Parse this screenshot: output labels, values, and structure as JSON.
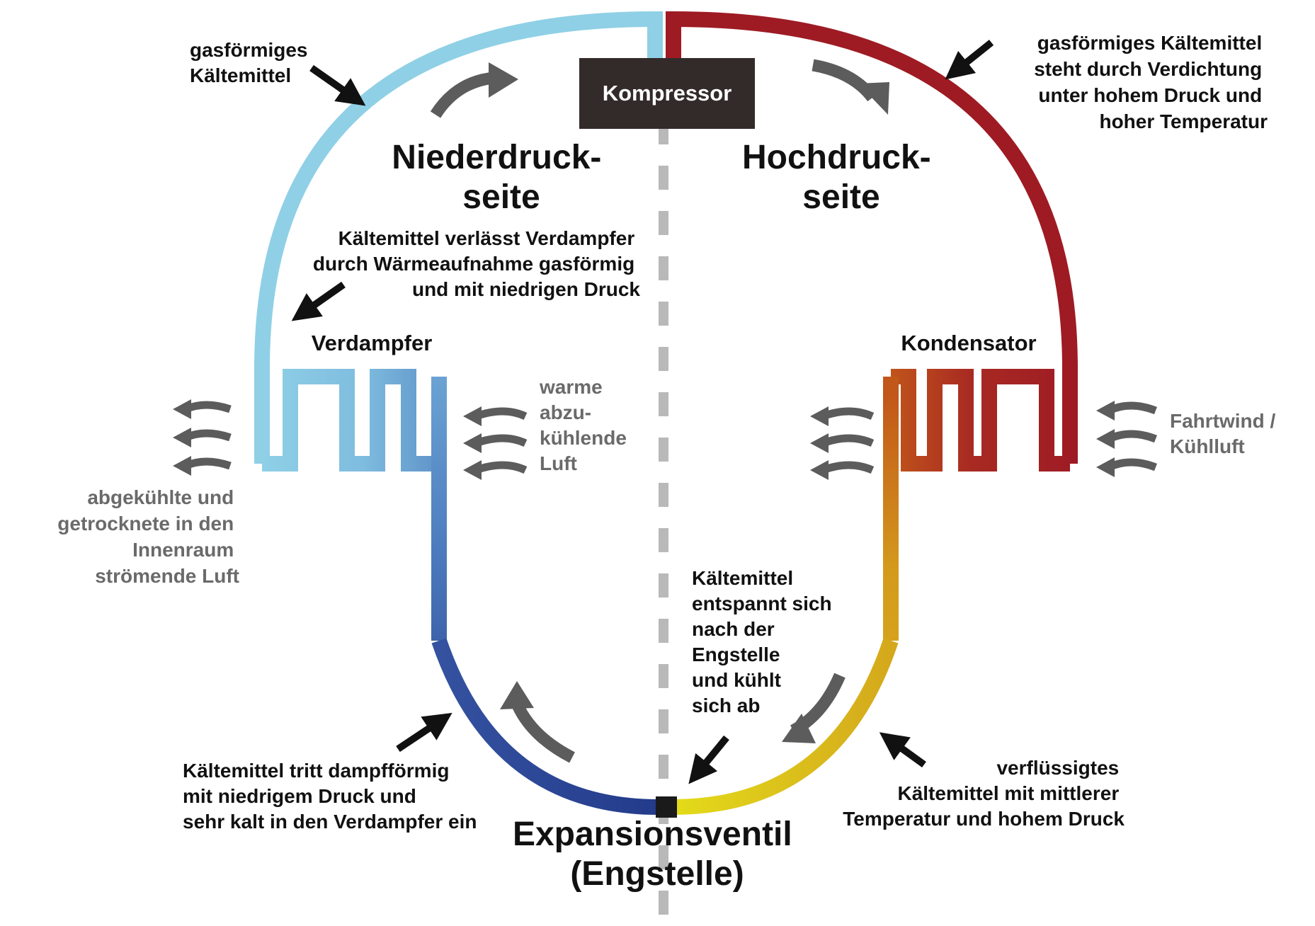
{
  "colors": {
    "low_side_light": "#8fd0e6",
    "low_side_mid": "#5b96c8",
    "low_side_dark": "#233a8a",
    "high_side": "#9e1b24",
    "condenser_orange": "#c2571a",
    "liquid_amber": "#d49a1c",
    "liquid_yellow": "#e3da1a",
    "compressor_box": "#332b29",
    "flow_arrow": "#5c5c5c",
    "pointer_arrow": "#111111",
    "center_line": "#b9b9b9"
  },
  "components": {
    "compressor": "Kompressor",
    "evaporator": "Verdampfer",
    "condenser": "Kondensator",
    "expansion_valve": [
      "Expansionsventil",
      "(Engstelle)"
    ]
  },
  "sides": {
    "low": [
      "Niederdruck-",
      "seite"
    ],
    "high": [
      "Hochdruck-",
      "seite"
    ]
  },
  "annotations": {
    "gas_refrigerant_low": [
      "gasförmiges",
      "Kältemittel"
    ],
    "gas_refrigerant_high": [
      "gasförmiges Kältemittel",
      "steht durch Verdichtung",
      "unter hohem Druck und",
      "hoher Temperatur"
    ],
    "leaves_evaporator": [
      "Kältemittel verlässt Verdampfer",
      "durch Wärmeaufnahme gasförmig",
      "und mit niedrigen Druck"
    ],
    "warm_air": [
      "warme",
      "abzu-",
      "kühlende",
      "Luft"
    ],
    "cooled_air": [
      "abgekühlte und",
      "getrocknete in den",
      "Innenraum",
      "strömende Luft"
    ],
    "airflow_condenser": [
      "Fahrtwind /",
      "Kühlluft"
    ],
    "expands": [
      "Kältemittel",
      "entspannt sich",
      "nach der",
      "Engstelle",
      "und kühlt",
      "sich ab"
    ],
    "enters_evaporator": [
      "Kältemittel tritt dampfförmig",
      "mit niedrigem Druck und",
      "sehr kalt in den Verdampfer ein"
    ],
    "liquefied": [
      "verflüssigtes",
      "Kältemittel mit mittlerer",
      "Temperatur und hohem Druck"
    ]
  }
}
